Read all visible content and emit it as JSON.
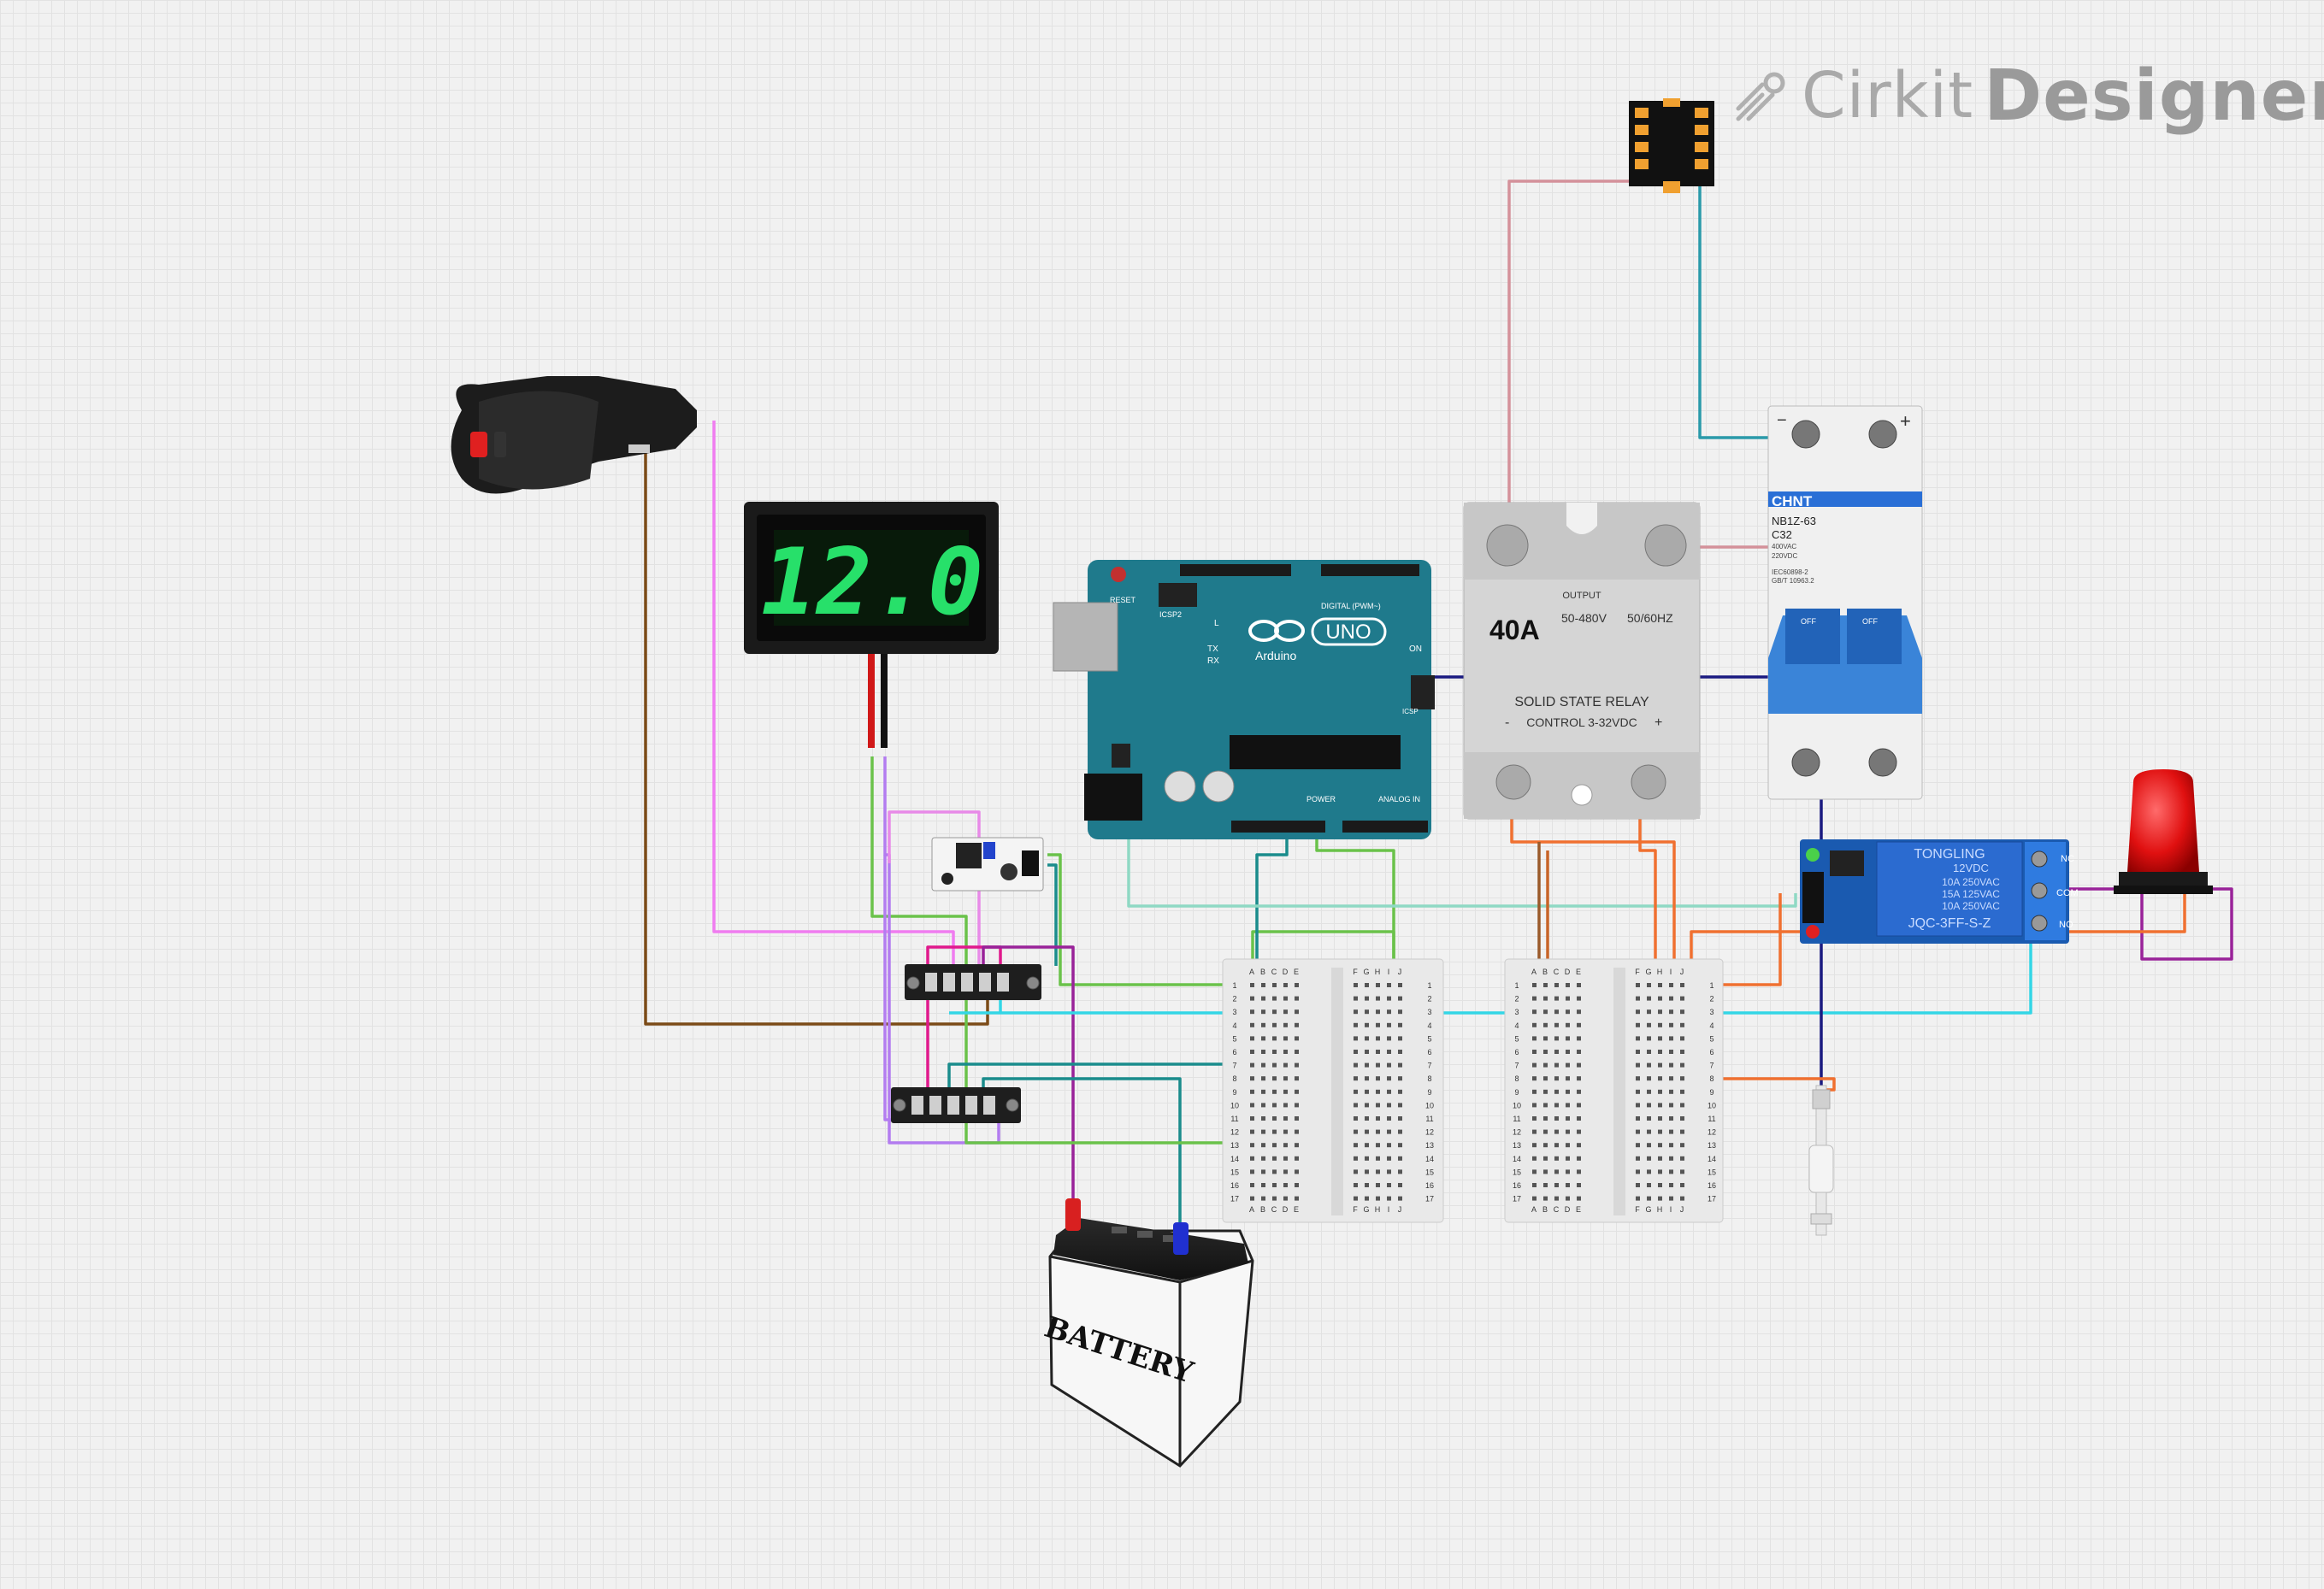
{
  "branding": {
    "cirkit": "Cirkit",
    "designer": "Designer"
  },
  "voltmeter": {
    "reading": "12.0"
  },
  "arduino": {
    "name": "Arduino",
    "model": "UNO",
    "labels": {
      "reset": "RESET",
      "icsp2": "ICSP2",
      "digital": "DIGITAL (PWM~)",
      "l": "L",
      "tx": "TX",
      "rx": "RX",
      "on": "ON",
      "icsp": "ICSP",
      "power": "POWER",
      "analog": "ANALOG IN"
    }
  },
  "ssr": {
    "rating": "40A",
    "output_label": "OUTPUT",
    "voltage": "50-480V",
    "frequency": "50/60HZ",
    "title": "SOLID STATE RELAY",
    "control": "CONTROL 3-32VDC",
    "minus": "-",
    "plus": "+"
  },
  "breaker": {
    "brand": "CHNT",
    "model": "NB1Z-63",
    "rating": "C32",
    "spec1": "400VAC",
    "spec2": "220VDC",
    "spec3": "IEC60898-2",
    "spec4": "GB/T 10963.2",
    "minus": "−",
    "plus": "+",
    "off1": "OFF",
    "off2": "OFF"
  },
  "relay_module": {
    "brand": "TONGLING",
    "line1": "12VDC",
    "line2": "10A 250VAC",
    "line3": "15A 125VAC",
    "line4": "10A 250VAC",
    "part": "JQC-3FF-S-Z",
    "nc": "NC",
    "com": "COM",
    "no": "NO"
  },
  "battery": {
    "label": "BATTERY"
  },
  "breadboard_left": {
    "columns_left": [
      "A",
      "B",
      "C",
      "D",
      "E"
    ],
    "columns_right": [
      "F",
      "G",
      "H",
      "I",
      "J"
    ],
    "rows": [
      "1",
      "2",
      "3",
      "4",
      "5",
      "6",
      "7",
      "8",
      "9",
      "10",
      "11",
      "12",
      "13",
      "14",
      "15",
      "16",
      "17"
    ]
  },
  "breadboard_right": {
    "columns_left": [
      "A",
      "B",
      "C",
      "D",
      "E"
    ],
    "columns_right": [
      "F",
      "G",
      "H",
      "I",
      "J"
    ],
    "rows": [
      "1",
      "2",
      "3",
      "4",
      "5",
      "6",
      "7",
      "8",
      "9",
      "10",
      "11",
      "12",
      "13",
      "14",
      "15",
      "16",
      "17"
    ]
  },
  "icons": {
    "logo": "cirkit-plug-icon",
    "car_charger": "usb-car-charger",
    "buck_converter": "dc-dc-converter-module",
    "terminal_block": "screw-terminal-block",
    "beacon": "red-warning-beacon",
    "float_switch": "water-float-switch",
    "socket": "ic-socket"
  },
  "colors": {
    "brown": "#7b4a17",
    "pink": "#f07cf0",
    "green": "#6ac24a",
    "lilac": "#b37cf0",
    "magenta": "#e0198c",
    "cyan": "#33d6e6",
    "teal": "#1a8c8c",
    "navy": "#1a1a80",
    "orange": "#f07030",
    "purple": "#992299",
    "mauve": "#d4919a",
    "sea": "#2a9aaa",
    "darkorange": "#c86428",
    "mint": "#8fd9c4"
  }
}
